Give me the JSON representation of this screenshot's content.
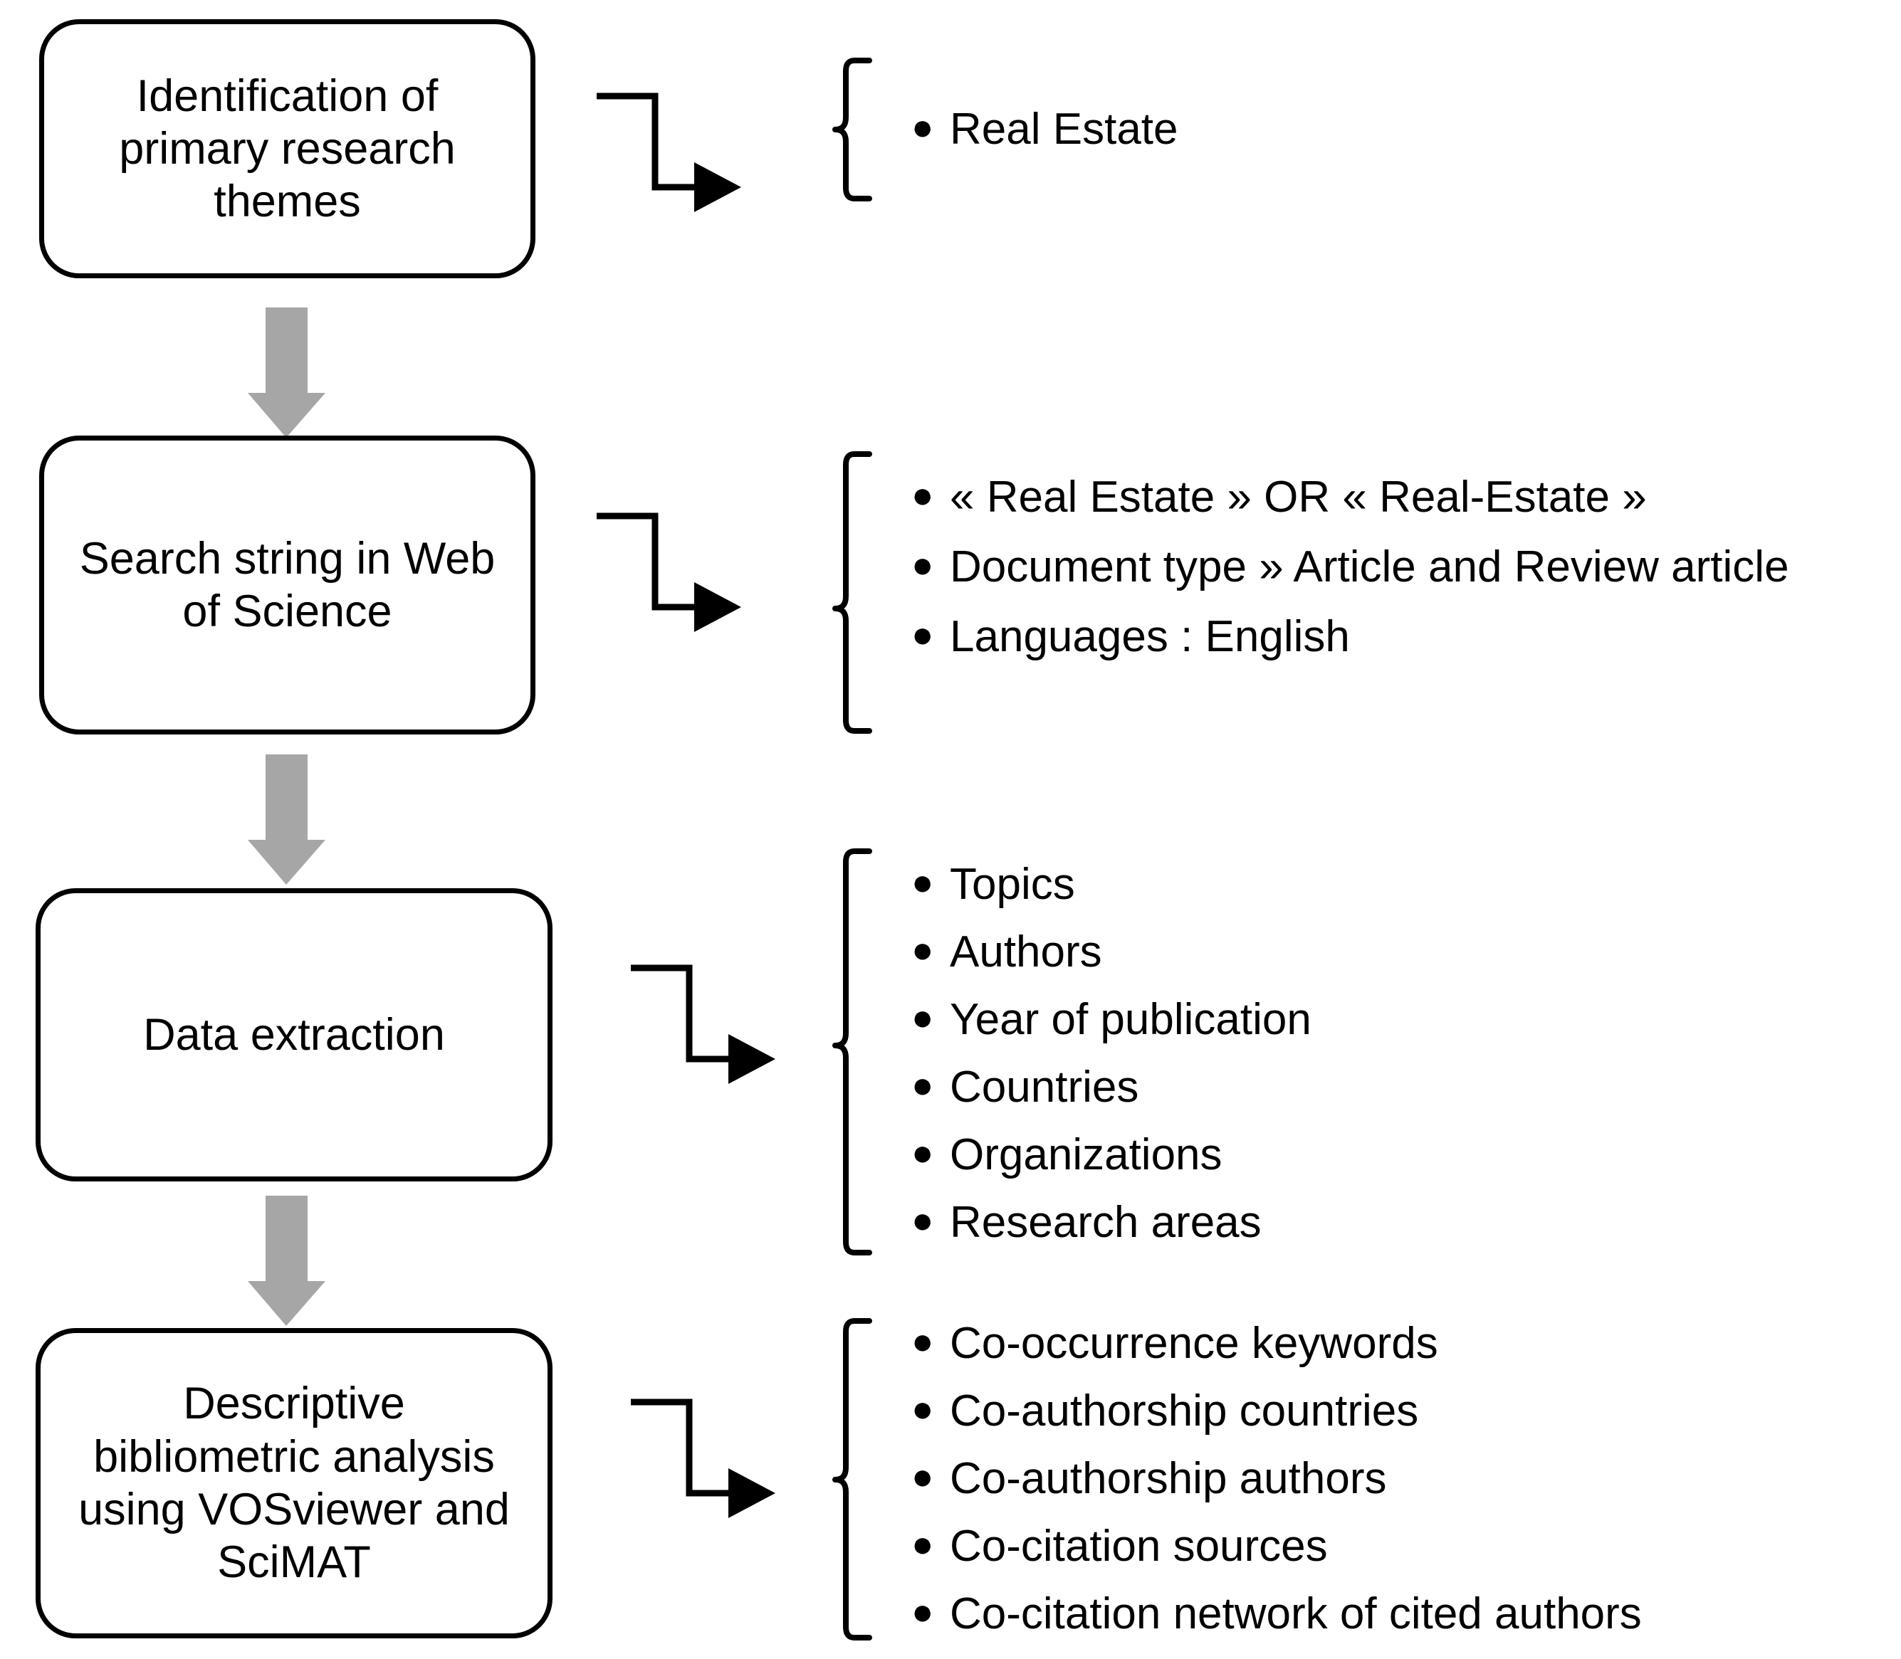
{
  "figure": {
    "type": "flowchart",
    "orientation": "vertical",
    "colors": {
      "stroke": "#000000",
      "background": "#ffffff",
      "flow_arrow": "#a6a6a6"
    }
  },
  "stages": [
    {
      "id": "identification",
      "label": "Identification of\nprimary research\nthemes",
      "bullets": [
        "Real Estate"
      ]
    },
    {
      "id": "search-string",
      "label": "Search string in Web\nof Science",
      "bullets": [
        "« Real Estate » OR « Real-Estate »",
        "Document type » Article and Review article",
        "Languages : English"
      ]
    },
    {
      "id": "data-extraction",
      "label": "Data extraction",
      "bullets": [
        "Topics",
        "Authors",
        "Year of publication",
        "Countries",
        "Organizations",
        "Research areas"
      ]
    },
    {
      "id": "descriptive-analysis",
      "label": "Descriptive\nbibliometric analysis\nusing VOSviewer and\nSciMAT",
      "bullets": [
        "Co-occurrence keywords",
        "Co-authorship countries",
        "Co-authorship authors",
        "Co-citation sources",
        "Co-citation network of cited authors"
      ]
    }
  ],
  "bullet_marker": "●"
}
